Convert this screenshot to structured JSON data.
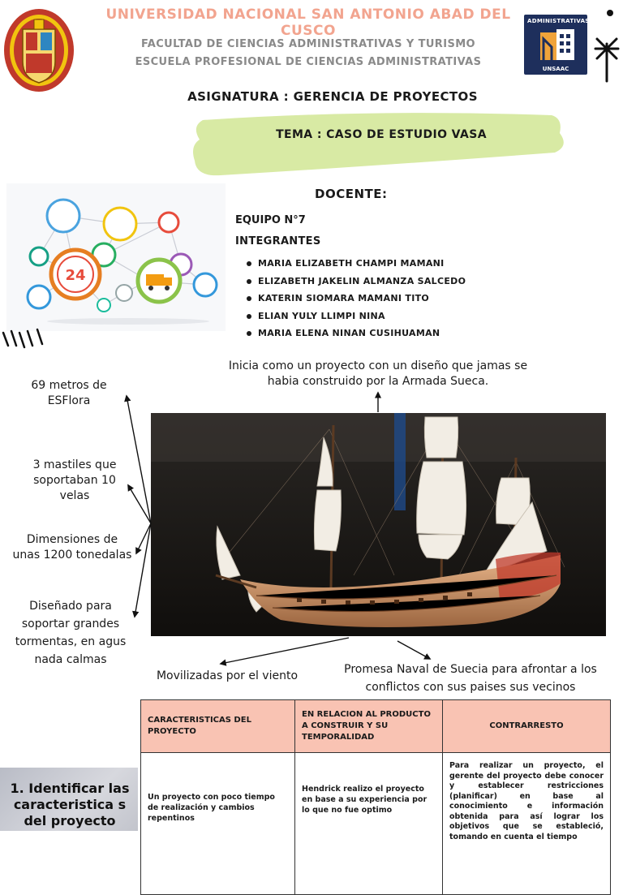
{
  "header": {
    "university": "UNIVERSIDAD NACIONAL SAN ANTONIO ABAD DEL CUSCO",
    "faculty": "FACULTAD DE CIENCIAS ADMINISTRATIVAS  Y TURISMO",
    "school": "ESCUELA PROFESIONAL DE CIENCIAS ADMINISTRATIVAS",
    "logo_top": "ADMINISTRATIVAS",
    "logo_bottom": "UNSAAC"
  },
  "subject": "ASIGNATURA : GERENCIA DE PROYECTOS",
  "topic": "TEMA : CASO DE ESTUDIO VASA",
  "info": {
    "docente": "DOCENTE:",
    "equipo": "EQUIPO N°7",
    "integrantes": "INTEGRANTES",
    "members": [
      "MARIA ELIZABETH CHAMPI MAMANI",
      "ELIZABETH JAKELIN ALMANZA SALCEDO",
      "KATERIN SIOMARA MAMANI TITO",
      "ELIAN YULY LLIMPI NINA",
      "MARIA ELENA NINAN CUSIHUAMAN"
    ]
  },
  "illustration": {
    "badge": "24"
  },
  "annotations": {
    "top": "Inicia como un proyecto con un diseño  que jamas se habia construido por la Armada Sueca.",
    "length": "69 metros de ESFlora",
    "masts": "3 mastiles que soportaban 10 velas",
    "dimensions": "Dimensiones de unas 1200 tonedalas",
    "storms": "Diseñado para soportar grandes tormentas, en agus nada calmas",
    "wind": "Movilizadas por el viento",
    "promise": "Promesa Naval de Suecia para afrontar a los conflictos con sus paises sus vecinos"
  },
  "table": {
    "headers": [
      "CARACTERISTICAS DEL PROYECTO",
      "EN RELACION AL PRODUCTO A CONSTRUIR Y SU TEMPORALIDAD",
      "CONTRARRESTO"
    ],
    "row": [
      "Un proyecto con poco tiempo de realización y cambios repentinos",
      "Hendrick realizo el proyecto en base a su experiencia  por lo que no fue optimo",
      "Para realizar un proyecto, el gerente del proyecto debe conocer y establecer restricciones (planificar) en base al conocimiento e información obtenida para así lograr los objetivos que se estableció, tomando en cuenta el tiempo"
    ]
  },
  "step": {
    "title": "1. Identificar las caracteristica s del proyecto"
  },
  "colors": {
    "accent_title": "#f2a48f",
    "highlight": "#d8eaa4",
    "table_header": "#f9c3b3",
    "logo_bg": "#1e2f5c"
  }
}
